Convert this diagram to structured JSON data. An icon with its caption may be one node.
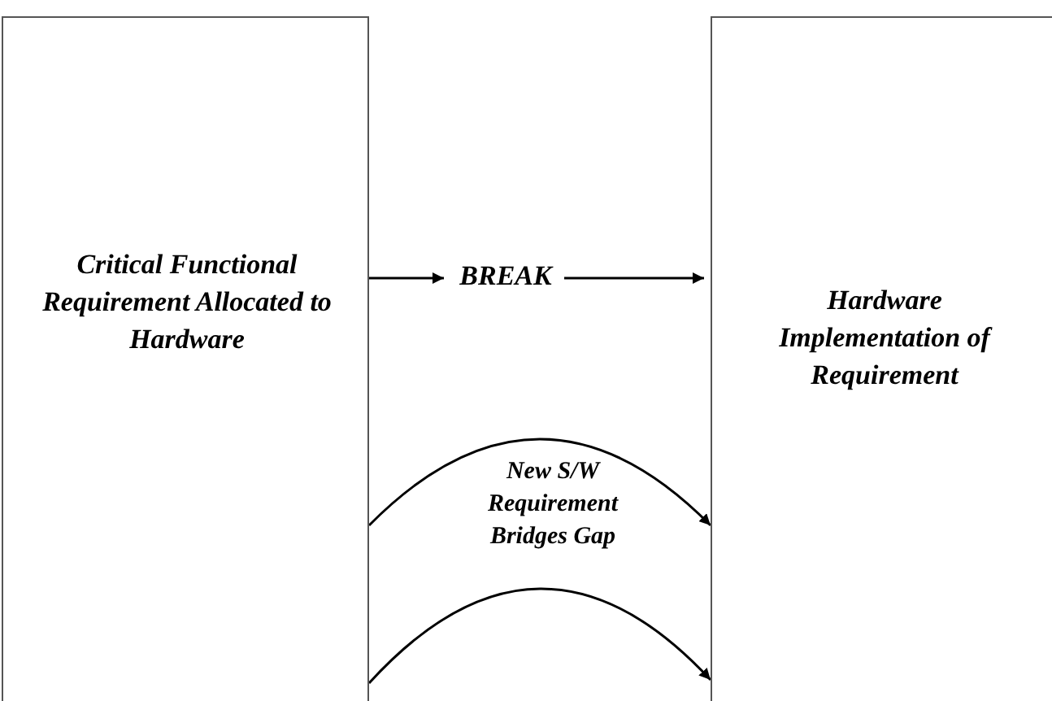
{
  "diagram": {
    "nodes": [
      {
        "text": [
          "Critical Functional Requirement Allocated to Hardware"
        ]
      },
      {
        "text": [
          "Hardware Implementation of Requirement"
        ]
      },
      {
        "text": [
          "BREAK"
        ]
      }
    ],
    "edges": [
      {
        "from": 0,
        "to": 2,
        "arrow": "to"
      },
      {
        "from": 2,
        "to": 1,
        "arrow": "to"
      },
      {
        "from": 0,
        "to": 1,
        "arrow": "to",
        "label": "New S/W Requirement Bridges Gap"
      },
      {
        "from": 0,
        "to": 1,
        "arrow": "to"
      }
    ]
  }
}
